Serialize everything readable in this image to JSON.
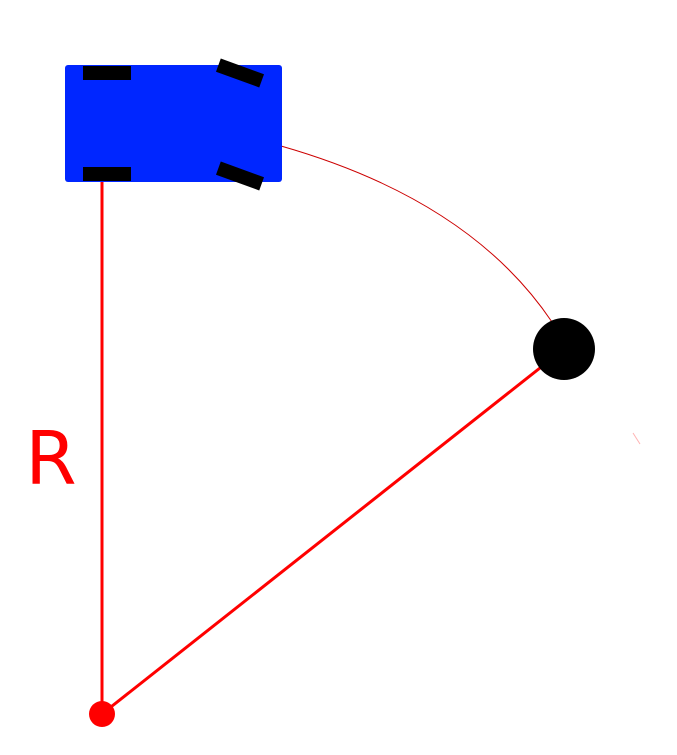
{
  "diagram": {
    "radius_label": "R",
    "colors": {
      "vehicle_body": "#0026ff",
      "wheel": "#000000",
      "radius_line": "#ff0000",
      "arc": "#cc0000",
      "center_point": "#ff0000",
      "target_point": "#000000",
      "background": "#ffffff"
    },
    "icons": {
      "vehicle": "car-top-view-icon",
      "center": "turn-center-point",
      "target": "target-point"
    }
  }
}
